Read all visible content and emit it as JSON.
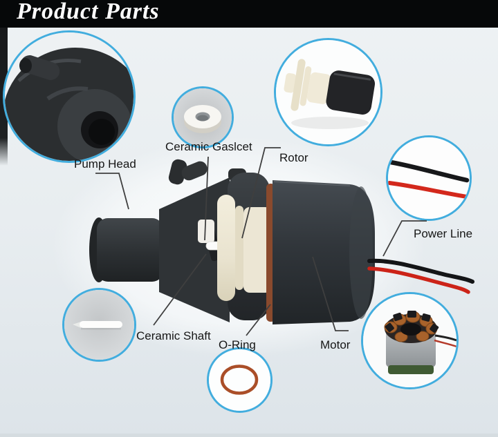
{
  "title": "Product Parts",
  "labels": {
    "pump_head": "Pump Head",
    "ceramic_gasket": "Ceramic Gaslcet",
    "rotor": "Rotor",
    "power_line": "Power Line",
    "ceramic_shaft": "Ceramic Shaft",
    "o_ring": "O-Ring",
    "motor": "Motor"
  },
  "colors": {
    "banner_background": "#060809",
    "title_text": "#ffffff",
    "callout_circle_border": "#42adde",
    "label_text": "#161616",
    "o_ring_rubber": "#aa4e28",
    "wire_red": "#cc2318",
    "wire_black": "#141517",
    "motor_body": "#33383c",
    "rotor_plastic": "#ece6d3",
    "page_background": "#e8edf0"
  }
}
